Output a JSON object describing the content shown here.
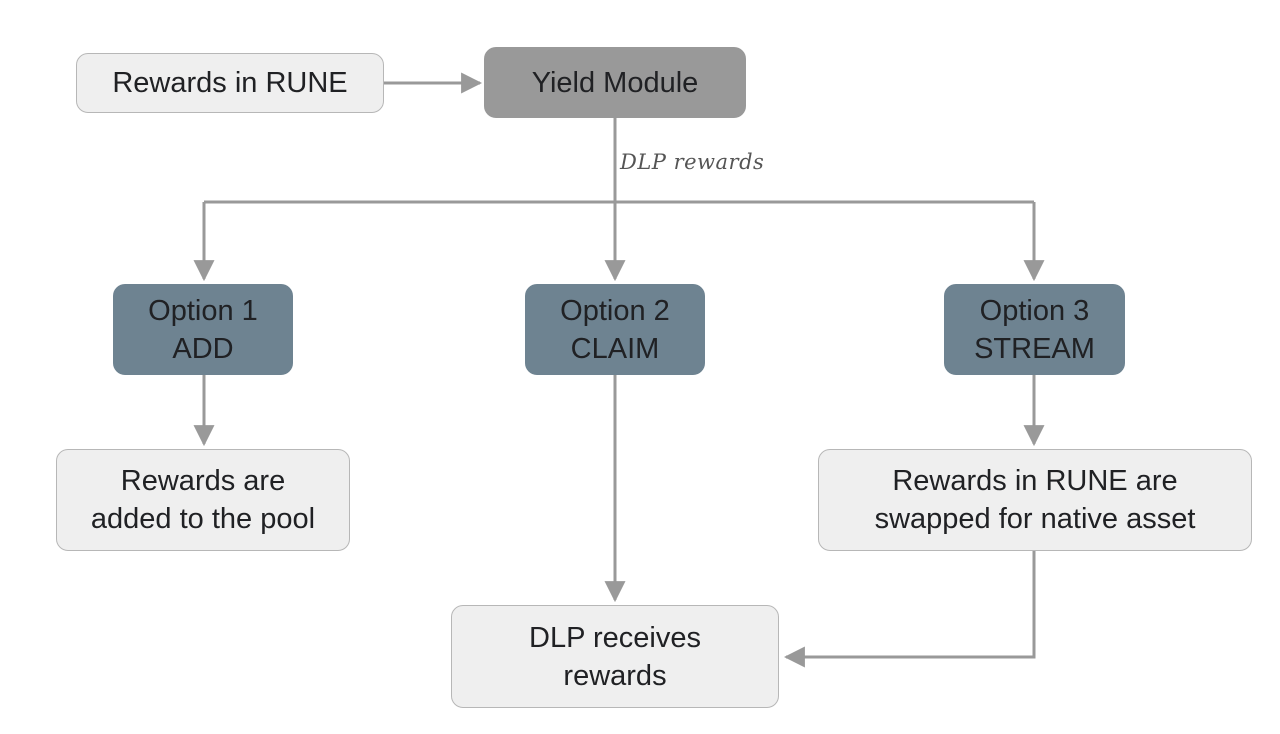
{
  "nodes": {
    "rewards_in_rune": {
      "lines": [
        "Rewards in RUNE"
      ]
    },
    "yield_module": {
      "lines": [
        "Yield Module"
      ]
    },
    "option_1": {
      "lines": [
        "Option 1",
        "ADD"
      ]
    },
    "option_2": {
      "lines": [
        "Option 2",
        "CLAIM"
      ]
    },
    "option_3": {
      "lines": [
        "Option 3",
        "STREAM"
      ]
    },
    "added_to_pool": {
      "lines": [
        "Rewards are",
        "added to the pool"
      ]
    },
    "swapped": {
      "lines": [
        "Rewards in RUNE are",
        "swapped for native asset"
      ]
    },
    "dlp_receives": {
      "lines": [
        "DLP receives",
        "rewards"
      ]
    }
  },
  "edge_labels": {
    "dlp_rewards": "DLP rewards"
  },
  "colors": {
    "light_fill": "#efefef",
    "light_border": "#b7b7b7",
    "dark_fill": "#999999",
    "slate_fill": "#6e8391",
    "connector": "#999999"
  }
}
